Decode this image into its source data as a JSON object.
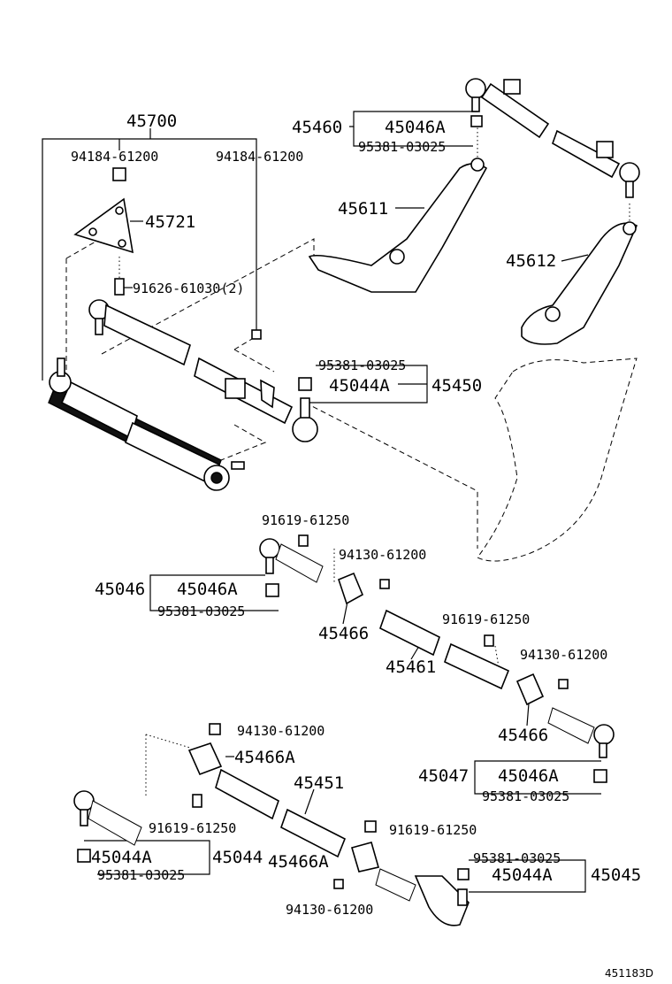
{
  "diagram_code": "451183D",
  "labels": {
    "l45700": "45700",
    "l94184_a": "94184-61200",
    "l94184_b": "94184-61200",
    "l45721": "45721",
    "l91626": "91626-61030(2)",
    "l45460": "45460",
    "l45046A_top": "45046A",
    "l95381_top": "95381-03025",
    "l45611": "45611",
    "l45612": "45612",
    "l95381_450": "95381-03025",
    "l45044A_450": "45044A",
    "l45450": "45450",
    "l91619_a": "91619-61250",
    "l94130_a": "94130-61200",
    "l45046": "45046",
    "l45046A_mid": "45046A",
    "l95381_mid": "95381-03025",
    "l45466_a": "45466",
    "l91619_b": "91619-61250",
    "l45461": "45461",
    "l94130_b": "94130-61200",
    "l45466_b": "45466",
    "l45047": "45047",
    "l45046A_low": "45046A",
    "l95381_low": "95381-03025",
    "l94130_c": "94130-61200",
    "l45466A_a": "45466A",
    "l45451": "45451",
    "l91619_c": "91619-61250",
    "l91619_d": "91619-61250",
    "l45044A_l": "45044A",
    "l45044": "45044",
    "l45466A_b": "45466A",
    "l95381_l": "95381-03025",
    "l95381_r": "95381-03025",
    "l45044A_r": "45044A",
    "l45045": "45045",
    "l94130_d": "94130-61200"
  }
}
